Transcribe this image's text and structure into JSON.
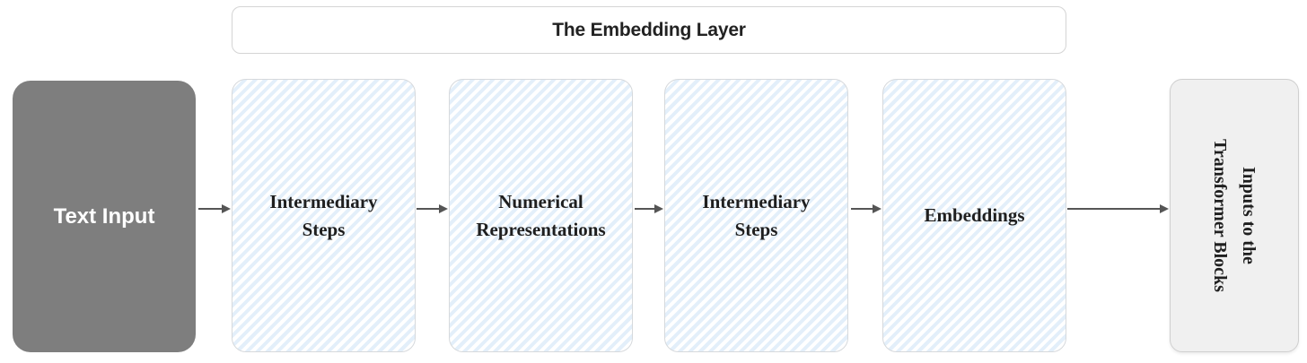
{
  "diagram": {
    "title": "The Embedding Layer",
    "input_node": {
      "label": "Text Input"
    },
    "steps": [
      {
        "label": "Intermediary Steps"
      },
      {
        "label": "Numerical Representations"
      },
      {
        "label": "Intermediary Steps"
      },
      {
        "label": "Embeddings"
      }
    ],
    "output_node": {
      "label": "Inputs to the\nTransformer Blocks"
    },
    "colors": {
      "input_node_bg": "#7e7e7e",
      "input_node_text": "#ffffff",
      "step_node_stripe": "#e3effa",
      "step_node_border": "#d6d9dc",
      "output_node_bg": "#f0f0f0",
      "title_border": "#d4d4d4",
      "arrow": "#555555",
      "text": "#1f1f1f"
    }
  }
}
